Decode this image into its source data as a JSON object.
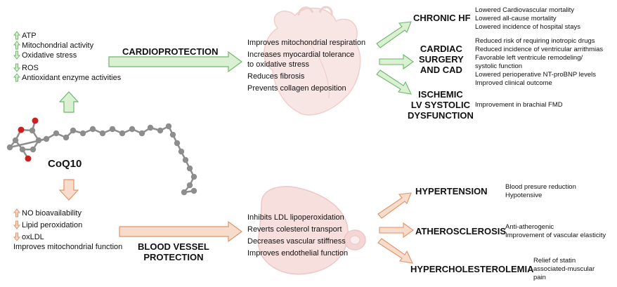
{
  "center": {
    "label": "CoQ10"
  },
  "cardio_effects": [
    {
      "dir": "up",
      "text": "ATP"
    },
    {
      "dir": "up",
      "text": "Mitochondrial activity"
    },
    {
      "dir": "down",
      "text": "Oxidative stress"
    },
    {
      "dir": "down",
      "text": "ROS"
    },
    {
      "dir": "up",
      "text": "Antioxidant enzyme activities"
    }
  ],
  "vessel_effects": [
    {
      "dir": "up",
      "text": "NO bioavailability"
    },
    {
      "dir": "down",
      "text": "Lipid peroxidation"
    },
    {
      "dir": "down",
      "text": "oxLDL"
    },
    {
      "dir": "",
      "text": "Improves mitochondrial function"
    }
  ],
  "cardioprotection": {
    "title": "CARDIOPROTECTION",
    "mechanisms": [
      "Improves mitochondrial respiration",
      "Increases myocardial tolerance",
      "to oxidative stress",
      "Reduces fibrosis",
      "Prevents collagen deposition"
    ]
  },
  "vessel_protection": {
    "title_line1": "BLOOD VESSEL",
    "title_line2": "PROTECTION",
    "mechanisms": [
      "Inhibits LDL lipoperoxidation",
      "Reverts colesterol transport",
      "Decreases vascular stiffness",
      "Improves endothelial function"
    ]
  },
  "conditions": {
    "chronic_hf": {
      "title": "CHRONIC HF",
      "outcomes": [
        "Lowered Cardiovascular mortality",
        "Lowered all-cause mortality",
        "Lowered incidence of hospital stays"
      ]
    },
    "cardiac_surgery": {
      "title_lines": [
        "CARDIAC",
        "SURGERY",
        "AND CAD"
      ],
      "outcomes": [
        "Reduced risk of requiring inotropic drugs",
        "Reduced incidence of ventricular arrithmias",
        "Favorable left ventricule remodeling/",
        "systolic function",
        "Lowered perioperative NT-proBNP levels",
        "Improved clinical outcome"
      ]
    },
    "ischemic": {
      "title_lines": [
        "ISCHEMIC",
        "LV SYSTOLIC",
        "DYSFUNCTION"
      ],
      "outcomes": [
        "Improvement in brachial FMD"
      ]
    },
    "hypertension": {
      "title": "HYPERTENSION",
      "outcomes": [
        "Blood presure reduction",
        "Hypotensive"
      ]
    },
    "atherosclerosis": {
      "title": "ATHEROSCLEROSIS",
      "outcomes": [
        "Anti-atherogenic",
        "Improvement of vascular elasticity"
      ]
    },
    "hypercholesterolemia": {
      "title": "HYPERCHOLESTEROLEMIA",
      "outcomes": [
        "Relief of statin",
        "associated-muscular",
        "pain"
      ]
    }
  },
  "colors": {
    "green_fill": "#d9f0d2",
    "green_stroke": "#6fb66a",
    "orange_fill": "#f8dccb",
    "orange_stroke": "#e0936a",
    "heart_fill": "#f3d3cf",
    "heart_stroke": "#e4a79f",
    "vessel_fill": "#f1c5c3",
    "vessel_stroke": "#dd9a98",
    "atom_gray": "#8d8d8d",
    "atom_red": "#cc1f1f"
  }
}
